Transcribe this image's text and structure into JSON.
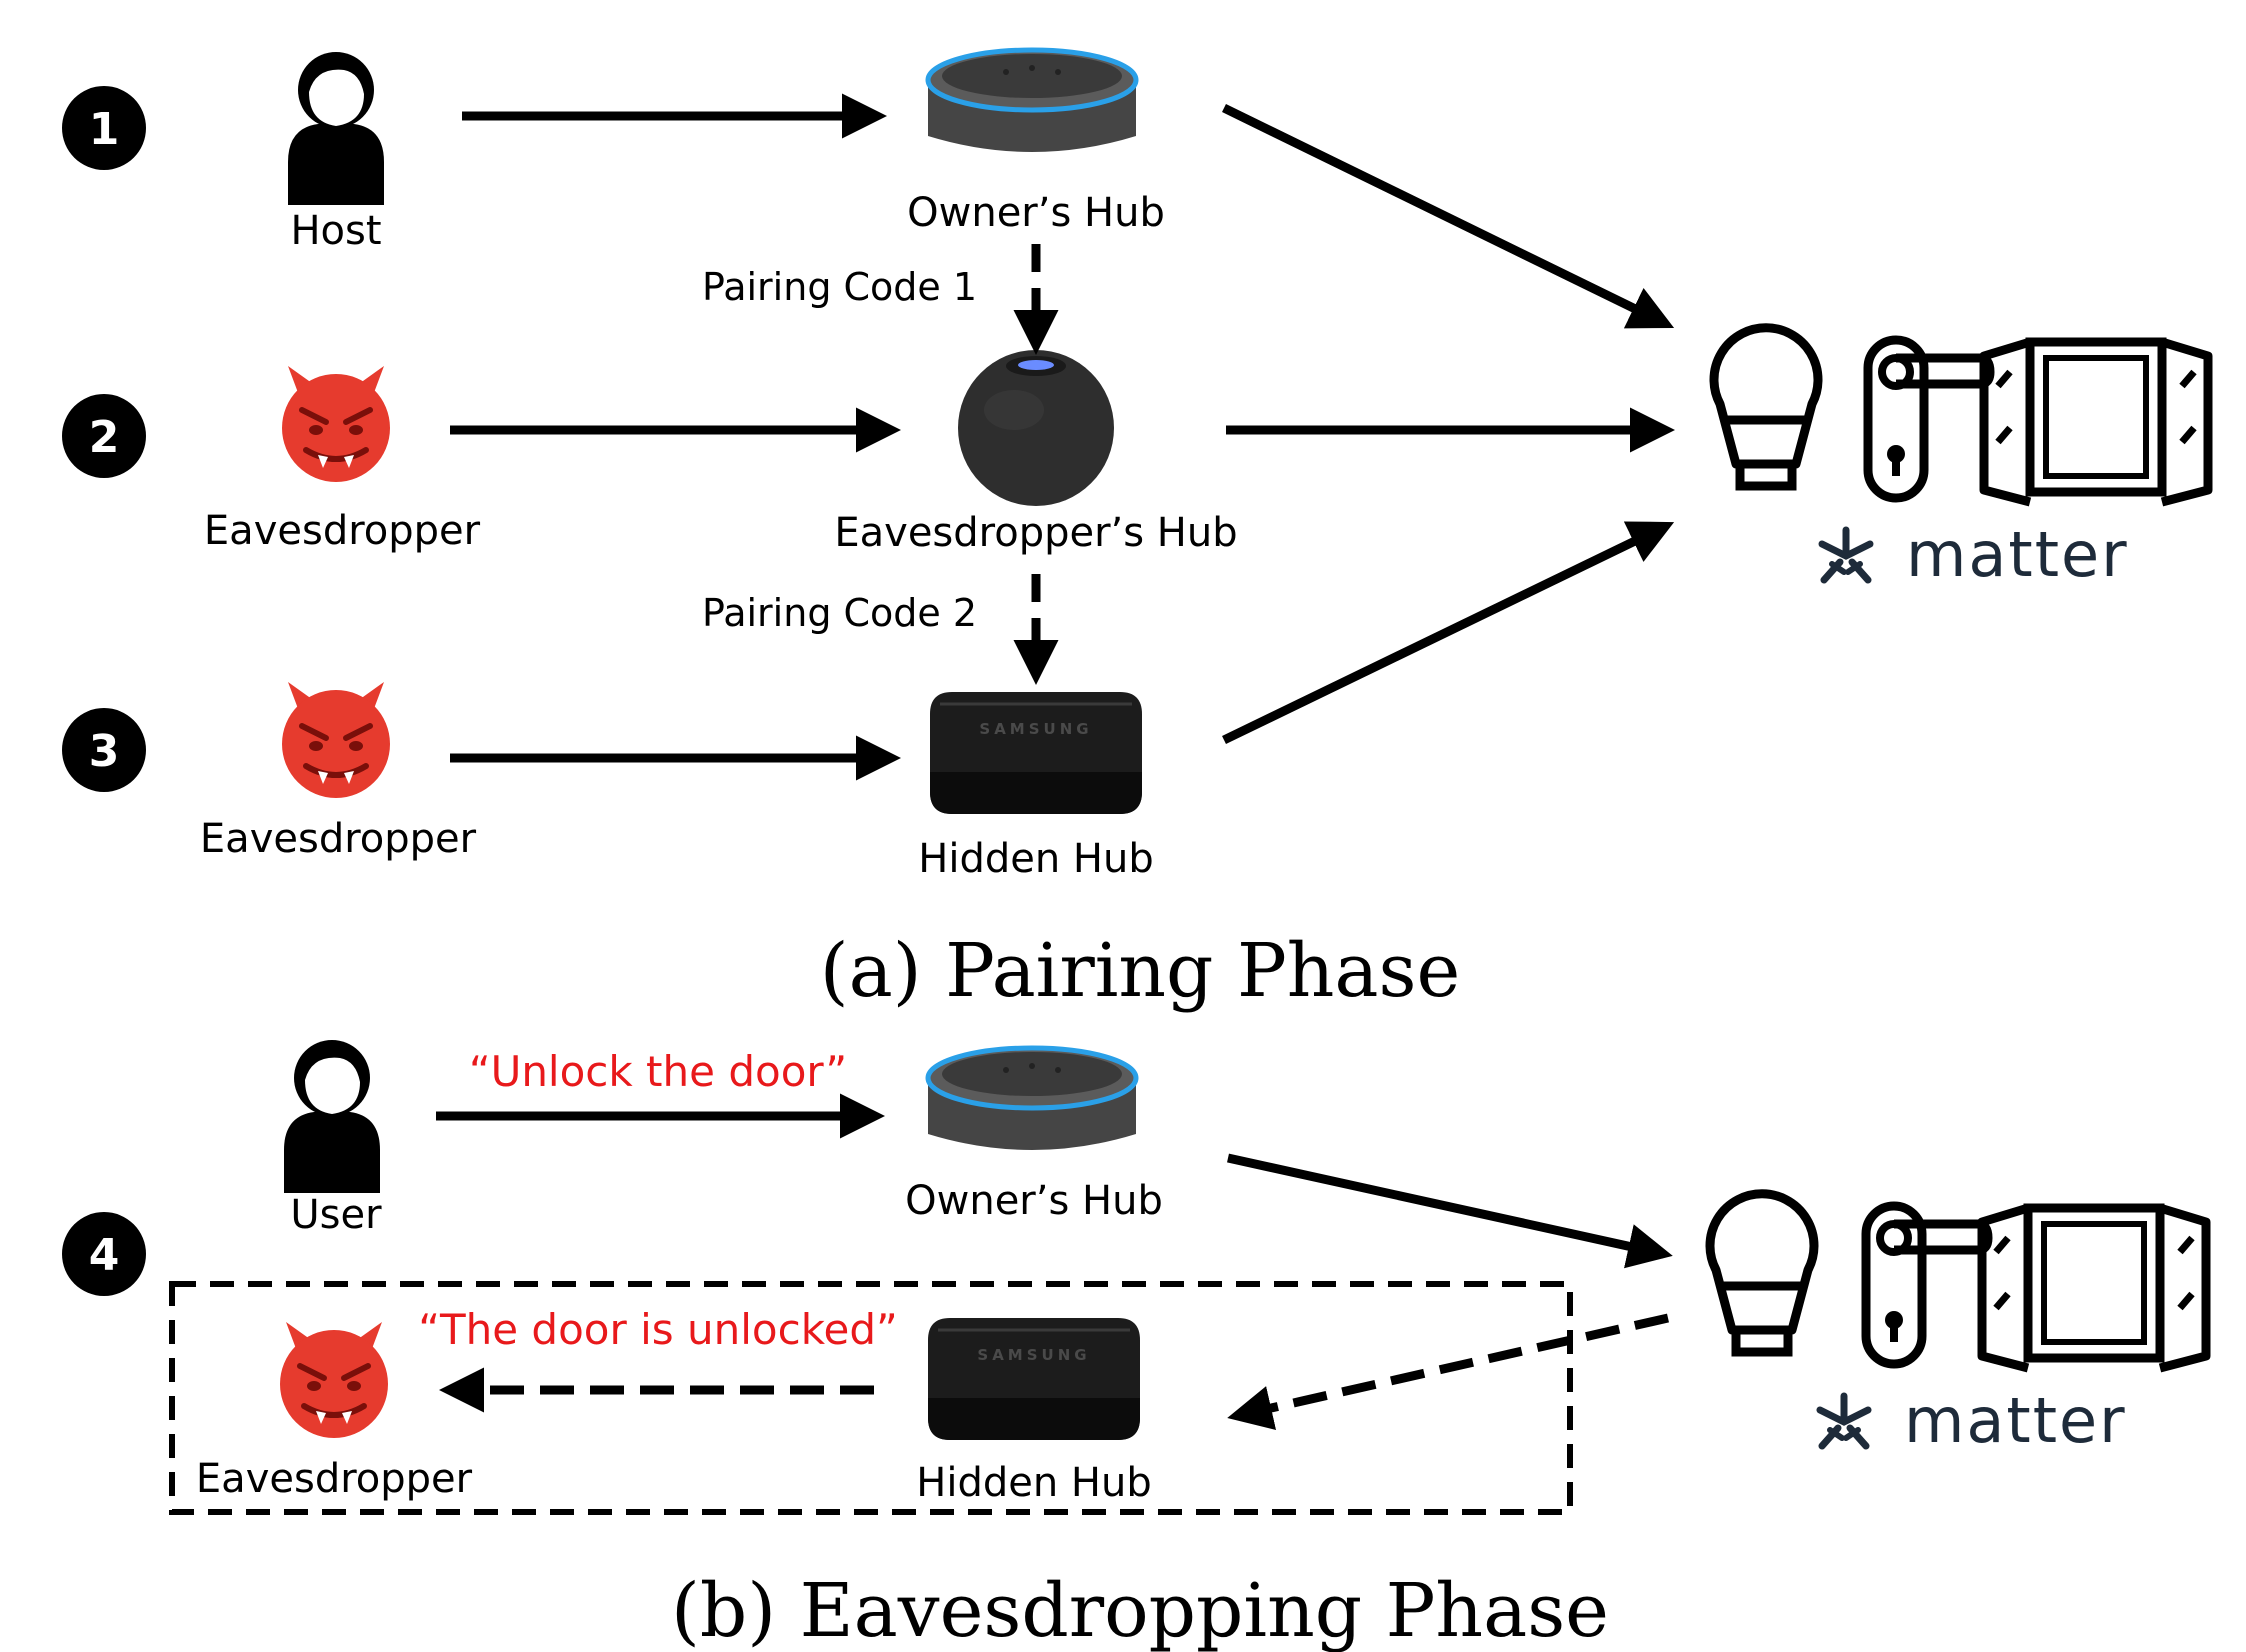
{
  "colors": {
    "arrow": "#000000",
    "quote": "#e8191b",
    "devil": "#e63b2e",
    "echo_body": "#4a4a4a",
    "echo_ring": "#2aa0e8",
    "homepod": "#2e2e2e",
    "samsung": "#1e1e1e",
    "matter_text": "#1e2b3a"
  },
  "steps": [
    "1",
    "2",
    "3",
    "4"
  ],
  "pairing": {
    "host_label": "Host",
    "eavesdropper_label_2": "Eavesdropper",
    "eavesdropper_label_3": "Eavesdropper",
    "owner_hub_label": "Owner’s Hub",
    "eavesdropper_hub_label": "Eavesdropper’s Hub",
    "hidden_hub_label": "Hidden Hub",
    "pairing_code_1": "Pairing Code 1",
    "pairing_code_2": "Pairing Code 2",
    "matter_label": "matter",
    "caption": "(a) Pairing Phase"
  },
  "eavesdropping": {
    "user_label": "User",
    "owner_hub_label": "Owner’s Hub",
    "eavesdropper_label": "Eavesdropper",
    "hidden_hub_label": "Hidden Hub",
    "command_quote": "“Unlock the door”",
    "response_quote": "“The door is unlocked”",
    "samsung_text": "SAMSUNG",
    "matter_label": "matter",
    "caption": "(b) Eavesdropping Phase"
  },
  "icons": [
    "person-icon",
    "devil-icon",
    "echo-dot-icon",
    "homepod-mini-icon",
    "samsung-hub-icon",
    "bulb-icon",
    "door-handle-icon",
    "window-icon",
    "matter-logo-icon"
  ]
}
